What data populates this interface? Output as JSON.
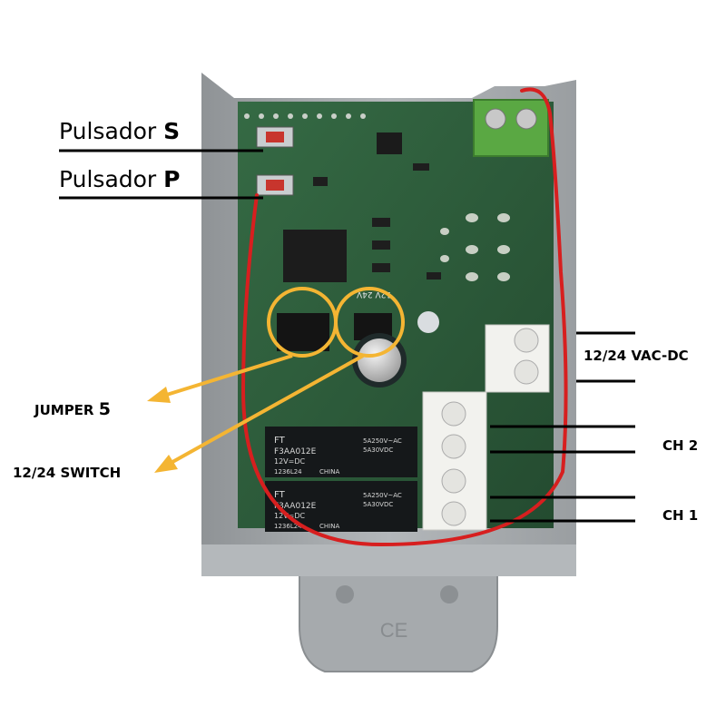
{
  "labels": {
    "pulsador_s": {
      "prefix": "Pulsador ",
      "key": "S"
    },
    "pulsador_p": {
      "prefix": "Pulsador ",
      "key": "P"
    },
    "jumper": {
      "prefix": "JUMPER ",
      "key": "5"
    },
    "switch": "12/24 SWITCH",
    "power": "12/24 VAC-DC",
    "ch2": "CH 2",
    "ch1": "CH 1"
  },
  "component_markings": {
    "relay_text_1": "F3AA012E",
    "relay_text_2": "12V=DC",
    "relay_rating_1": "5A250V~AC",
    "relay_rating_2": "5A30VDC",
    "relay_code": "1236L24",
    "relay_origin": "CHINA",
    "relay_brand": "FT",
    "ce_mark": "CE",
    "jumper_silk": "12V 24V"
  },
  "colors": {
    "housing": "#a9adb0",
    "pcb": "#2d5a3a",
    "terminal_green": "#5aa843",
    "terminal_white": "#f2f2ee",
    "wire": "#d71f1f",
    "annotation": "#f4b533",
    "line": "#000000"
  }
}
